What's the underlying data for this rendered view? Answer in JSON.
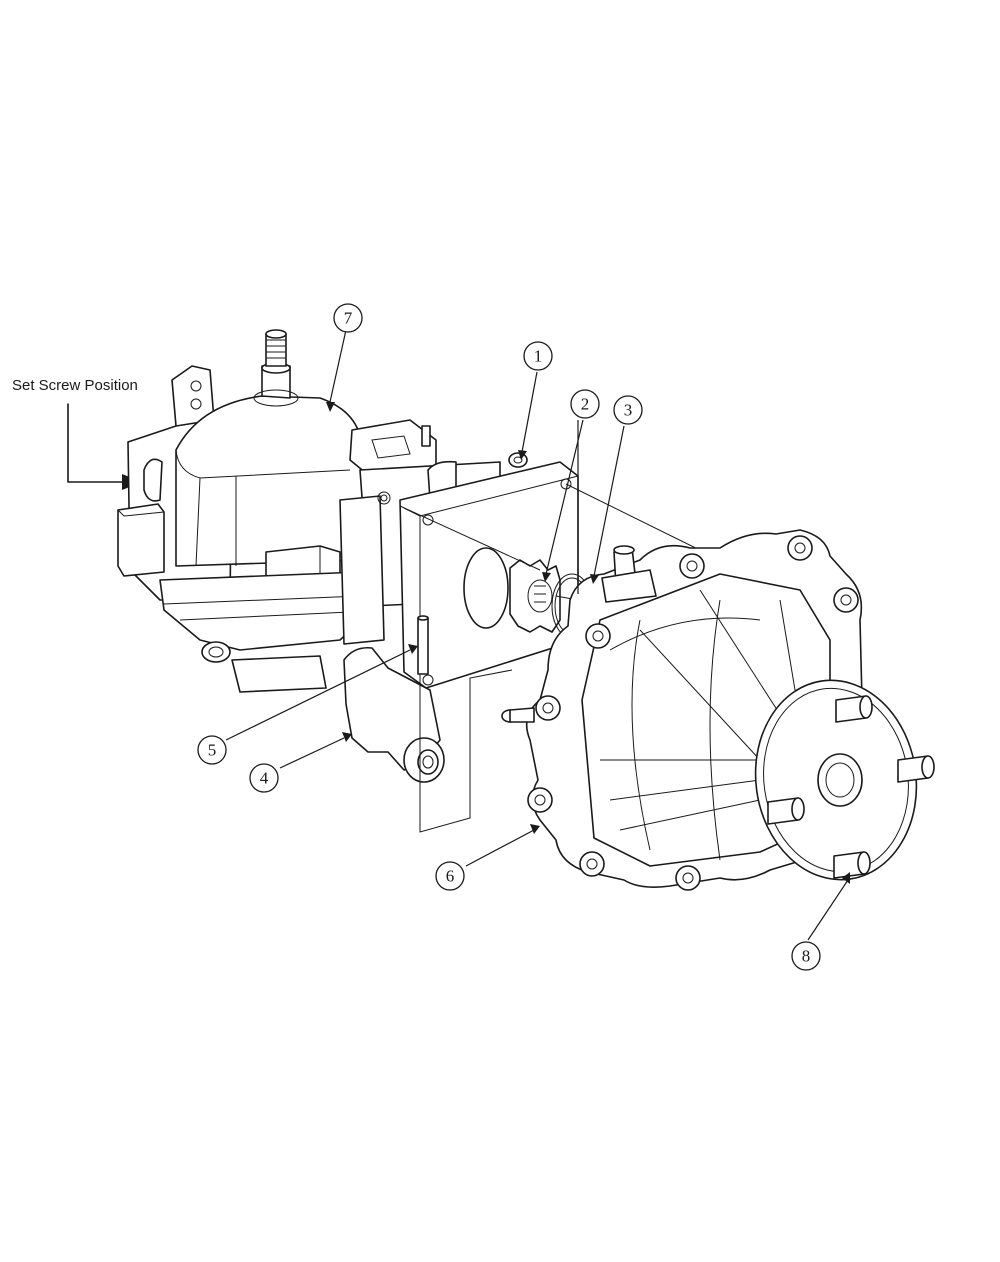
{
  "callout": {
    "set_screw_label": "Set Screw Position"
  },
  "balloons": [
    {
      "id": "1",
      "label": "1"
    },
    {
      "id": "2",
      "label": "2"
    },
    {
      "id": "3",
      "label": "3"
    },
    {
      "id": "4",
      "label": "4"
    },
    {
      "id": "5",
      "label": "5"
    },
    {
      "id": "6",
      "label": "6"
    },
    {
      "id": "7",
      "label": "7"
    },
    {
      "id": "8",
      "label": "8"
    }
  ]
}
